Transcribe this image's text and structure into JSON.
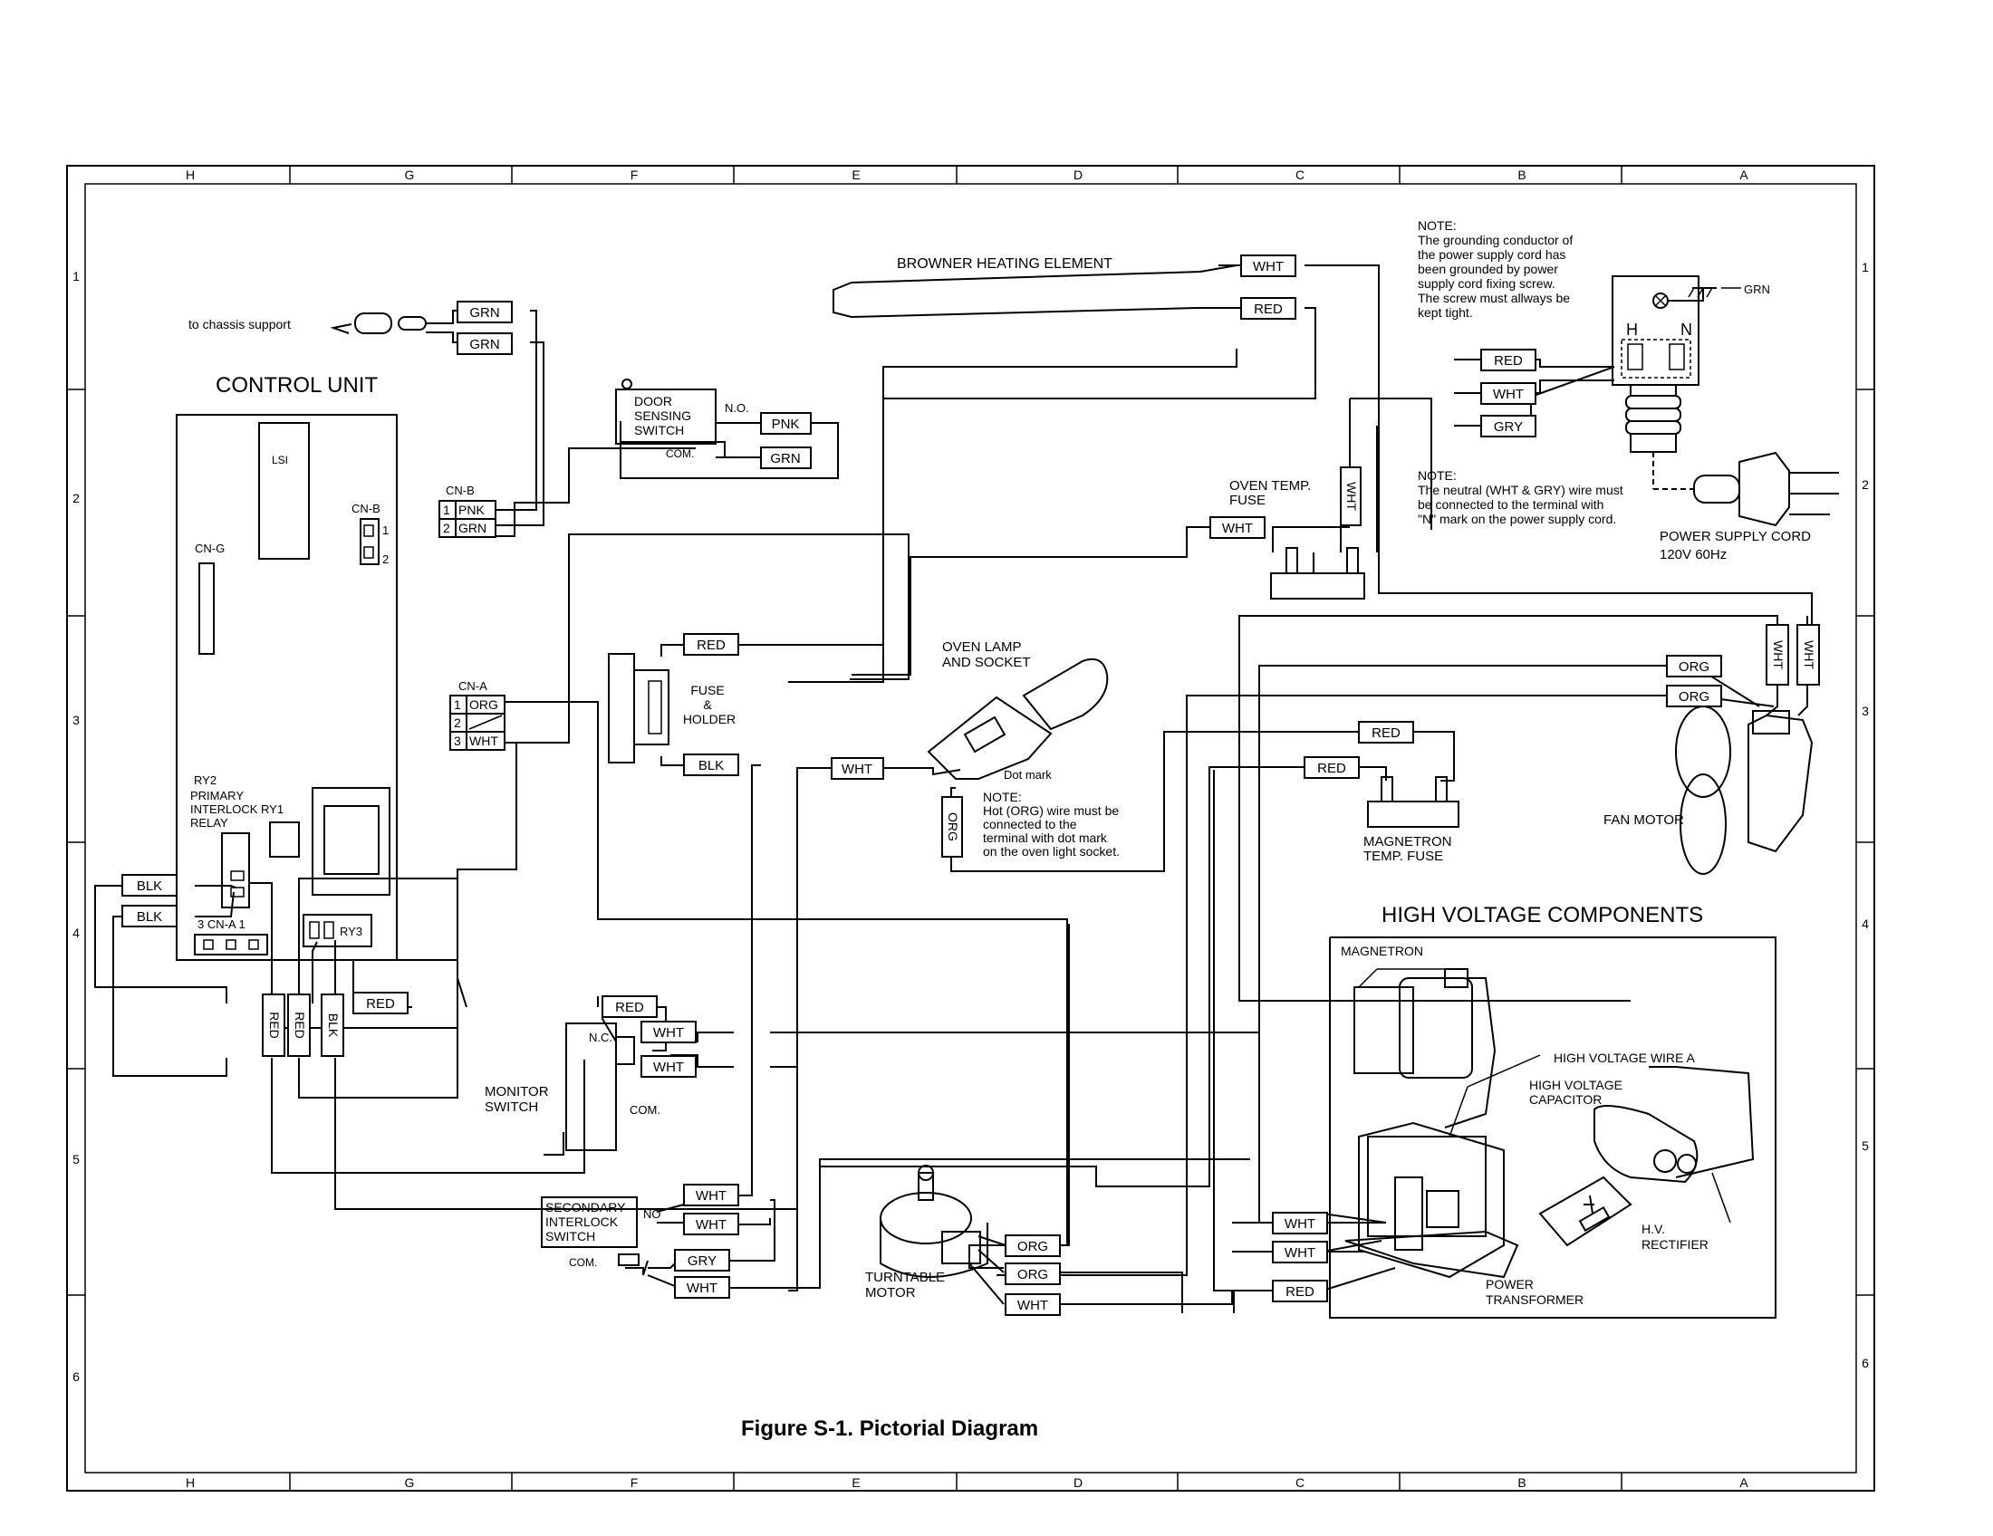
{
  "frame": {
    "columns": [
      "H",
      "G",
      "F",
      "E",
      "D",
      "C",
      "B",
      "A"
    ],
    "rows": [
      "1",
      "2",
      "3",
      "4",
      "5",
      "6"
    ]
  },
  "figure_caption": "Figure S-1. Pictorial Diagram",
  "labels": {
    "chassis": "to chassis support",
    "control_unit": "CONTROL UNIT",
    "lsi": "LSI",
    "cn_b": "CN-B",
    "cn_g": "CN-G",
    "cn_a": "CN-A",
    "cn_a_bottom": "3 CN-A  1",
    "ry2": "RY2",
    "primary_interlock": [
      "PRIMARY",
      "INTERLOCK  RY1",
      "RELAY"
    ],
    "ry3": "RY3",
    "browner": "BROWNER HEATING ELEMENT",
    "door_switch": [
      "DOOR",
      "SENSING",
      "SWITCH"
    ],
    "no": "N.O.",
    "com": "COM.",
    "nc": "N.C.",
    "fuse_holder": [
      "FUSE",
      "&",
      "HOLDER"
    ],
    "oven_lamp": [
      "OVEN LAMP",
      "AND SOCKET"
    ],
    "dot_mark": "Dot mark",
    "oven_temp_fuse": [
      "OVEN TEMP.",
      "FUSE"
    ],
    "mag_temp_fuse": [
      "MAGNETRON",
      "TEMP. FUSE"
    ],
    "fan_motor": "FAN MOTOR",
    "power_cord": [
      "POWER SUPPLY CORD",
      "120V 60Hz"
    ],
    "h": "H",
    "n": "N",
    "monitor_switch": [
      "MONITOR",
      "SWITCH"
    ],
    "secondary_interlock": [
      "SECONDARY",
      "INTERLOCK",
      "SWITCH"
    ],
    "sec_no": "NO",
    "turntable": [
      "TURNTABLE",
      "MOTOR"
    ],
    "hv_title": "HIGH VOLTAGE COMPONENTS",
    "magnetron": "MAGNETRON",
    "hv_wire": "HIGH VOLTAGE WIRE A",
    "hv_cap": [
      "HIGH VOLTAGE",
      "CAPACITOR"
    ],
    "hv_rect": [
      "H.V.",
      "RECTIFIER"
    ],
    "power_transformer": [
      "POWER",
      "TRANSFORMER"
    ]
  },
  "notes": {
    "ground": [
      "NOTE:",
      "The grounding conductor of",
      "the power supply cord has",
      "been grounded by power",
      "supply cord fixing screw.",
      "The screw must allways be",
      "kept tight."
    ],
    "neutral": [
      "NOTE:",
      "The neutral (WHT & GRY) wire must",
      "be connected to the terminal with",
      "\"N\" mark on the power supply cord."
    ],
    "lamp": [
      "NOTE:",
      "Hot (ORG) wire must be",
      "connected to the",
      "terminal with dot mark",
      "on the oven light socket."
    ]
  },
  "wire_colors": {
    "grn": "GRN",
    "red": "RED",
    "wht": "WHT",
    "gry": "GRY",
    "pnk": "PNK",
    "blk": "BLK",
    "org": "ORG",
    "cn_b1": "1",
    "cn_b2": "2",
    "cn_a1": "1",
    "cn_a2": "2",
    "cn_a3": "3"
  }
}
